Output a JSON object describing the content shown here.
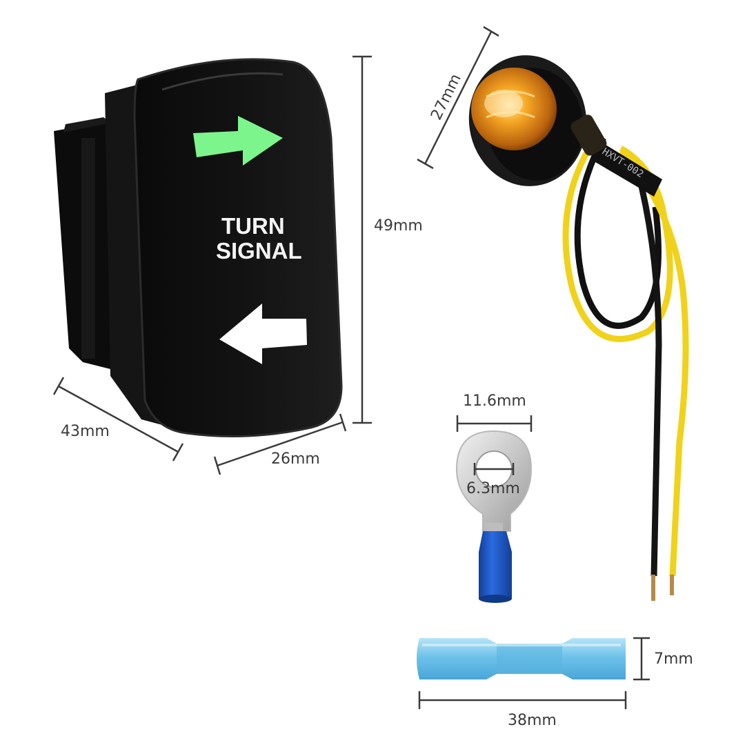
{
  "switch": {
    "line1": "TURN",
    "line2": "SIGNAL",
    "arrow_up_color": "#7CF58C",
    "arrow_down_color": "#FFFFFF",
    "body_color": "#111111"
  },
  "dimensions": {
    "switch_height": "49mm",
    "switch_depth": "43mm",
    "switch_width": "26mm",
    "light_diameter": "27mm",
    "ring_outer": "11.6mm",
    "ring_hole": "6.3mm",
    "tube_diameter": "7mm",
    "tube_length": "38mm"
  },
  "light": {
    "lens_color": "#F4A21E",
    "wire_colors": [
      "#1a1a1a",
      "#F0D21A"
    ],
    "wire_print": "HXVT-002"
  },
  "ring_terminal": {
    "sleeve_color": "#1F5FD0"
  },
  "heat_shrink_connector": {
    "color": "#7CC9EE"
  }
}
